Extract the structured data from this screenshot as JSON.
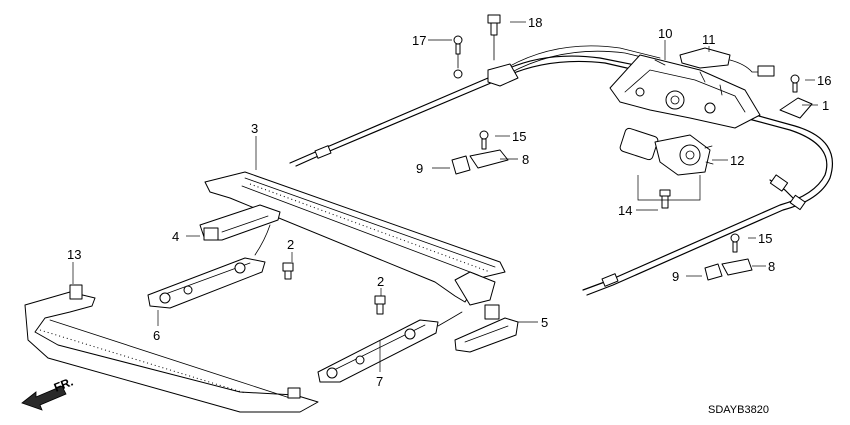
{
  "diagram": {
    "code": "SDAYB3820",
    "front_label": "FR.",
    "callouts": {
      "c1": "1",
      "c2a": "2",
      "c2b": "2",
      "c3": "3",
      "c4": "4",
      "c5": "5",
      "c6": "6",
      "c7": "7",
      "c8a": "8",
      "c8b": "8",
      "c9a": "9",
      "c9b": "9",
      "c10": "10",
      "c11": "11",
      "c12": "12",
      "c13": "13",
      "c14": "14",
      "c15a": "15",
      "c15b": "15",
      "c16": "16",
      "c17": "17",
      "c18": "18"
    }
  }
}
